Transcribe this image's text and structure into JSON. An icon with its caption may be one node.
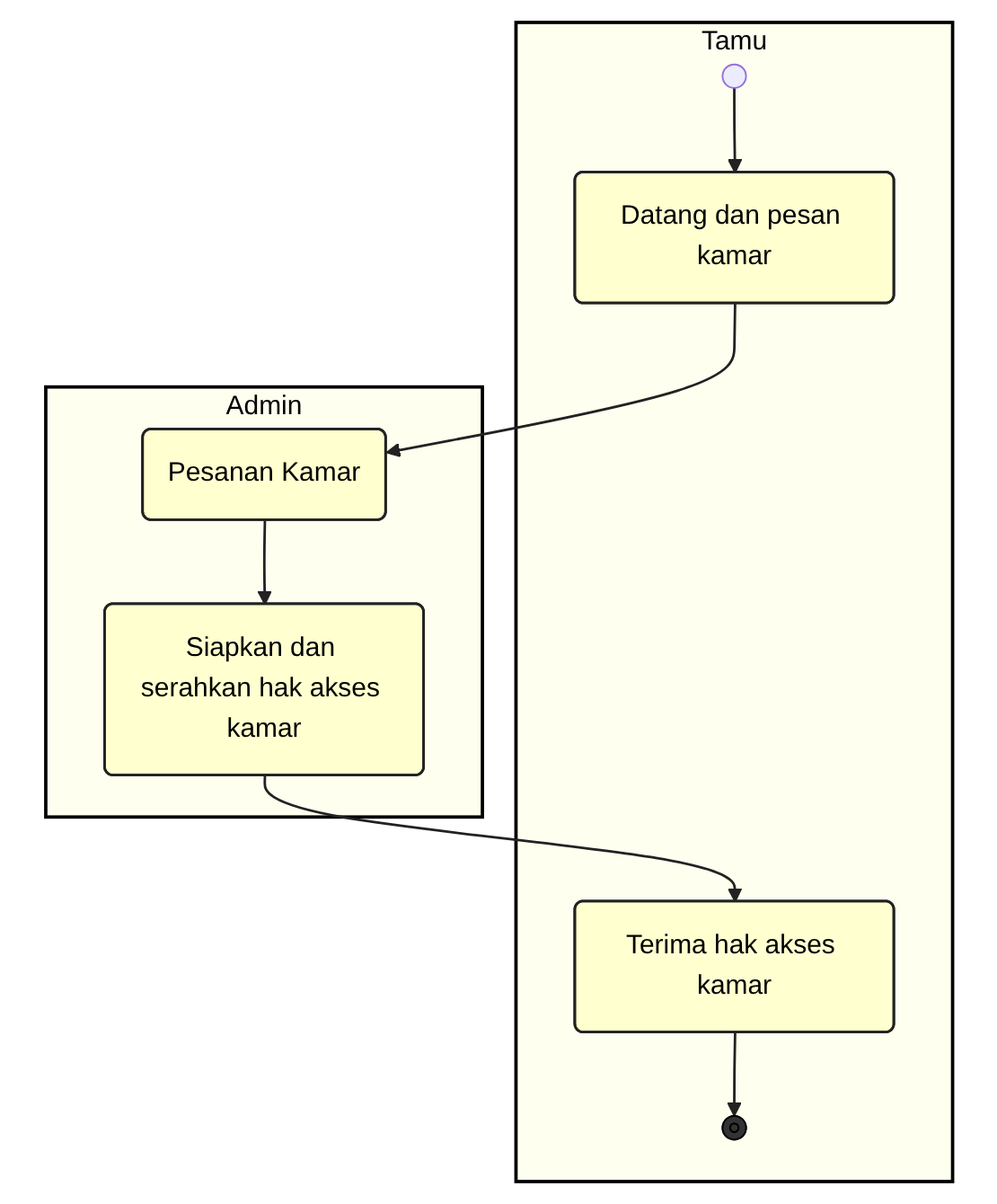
{
  "diagram": {
    "nodes": [
      {
        "text": [
          "Tamu"
        ]
      },
      {
        "text": [
          "Admin"
        ]
      },
      {
        "text": [],
        "shape": "circle",
        "in": 0
      },
      {
        "text": [
          "Datang dan pesan kamar"
        ],
        "in": 0
      },
      {
        "text": [
          "Pesanan Kamar"
        ],
        "in": 1
      },
      {
        "text": [
          "Siapkan dan serahkan hak akses kamar"
        ],
        "in": 1
      },
      {
        "text": [
          "Terima hak akses kamar"
        ],
        "in": 0
      },
      {
        "text": [],
        "shape": "circle",
        "in": 0
      }
    ],
    "edges": [
      {
        "from": 2,
        "to": 3,
        "arrow": "to"
      },
      {
        "from": 3,
        "to": 4,
        "arrow": "to"
      },
      {
        "from": 4,
        "to": 5,
        "arrow": "to"
      },
      {
        "from": 5,
        "to": 6,
        "arrow": "to"
      },
      {
        "from": 6,
        "to": 7,
        "arrow": "to"
      }
    ]
  }
}
